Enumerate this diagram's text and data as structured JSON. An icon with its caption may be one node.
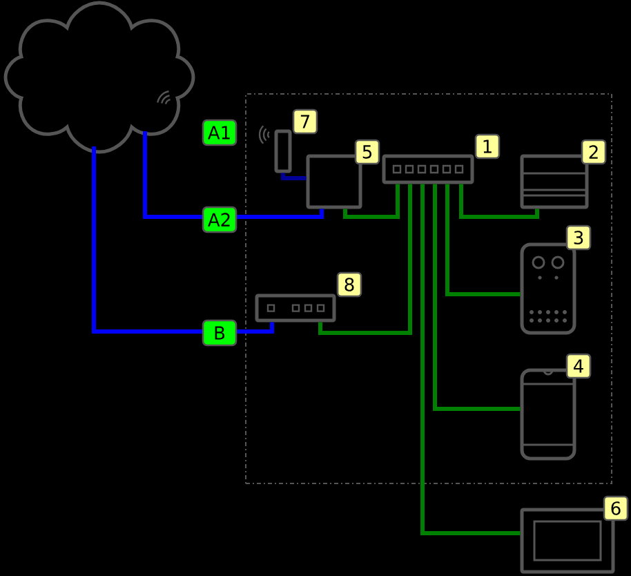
{
  "diagram": {
    "nodes": [
      {
        "text": [],
        "shape": "cloud"
      },
      {
        "text": [],
        "shape": "box"
      },
      {
        "text": [],
        "shape": "box",
        "in": 1,
        "beside": [
          "7"
        ]
      },
      {
        "text": [],
        "shape": "box",
        "in": 1,
        "beside": [
          "5"
        ]
      },
      {
        "text": [],
        "shape": "box",
        "in": 1,
        "beside": [
          "1"
        ]
      },
      {
        "text": [],
        "shape": "box",
        "in": 1,
        "beside": [
          "2"
        ]
      },
      {
        "text": [],
        "shape": "box",
        "in": 1,
        "beside": [
          "3"
        ]
      },
      {
        "text": [],
        "shape": "box",
        "in": 1,
        "beside": [
          "8"
        ]
      },
      {
        "text": [],
        "shape": "box",
        "in": 1,
        "beside": [
          "4"
        ]
      },
      {
        "text": [],
        "shape": "box",
        "beside": [
          "6"
        ]
      }
    ],
    "edges": [
      {
        "from": 0,
        "to": 3,
        "arrow": "none",
        "label": "A2",
        "color": "#0000ff"
      },
      {
        "from": 0,
        "to": 7,
        "arrow": "none",
        "label": "B",
        "color": "#0000ff"
      },
      {
        "from": 2,
        "to": 3,
        "arrow": "none",
        "color": "#000099"
      },
      {
        "from": 3,
        "to": 4,
        "arrow": "none"
      },
      {
        "from": 4,
        "to": 5,
        "arrow": "none"
      },
      {
        "from": 4,
        "to": 6,
        "arrow": "none"
      },
      {
        "from": 4,
        "to": 7,
        "arrow": "none"
      },
      {
        "from": 4,
        "to": 8,
        "arrow": "none"
      },
      {
        "from": 4,
        "to": 9,
        "arrow": "none"
      }
    ],
    "labels": [
      "A1"
    ]
  }
}
